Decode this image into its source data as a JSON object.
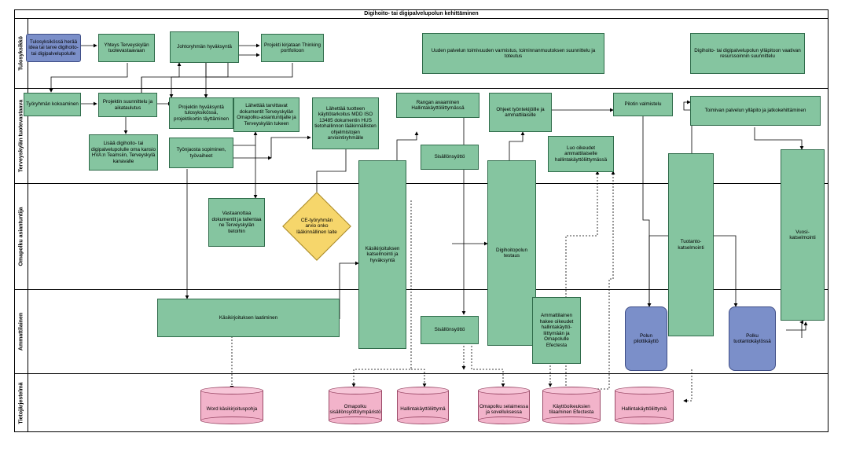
{
  "title": "Digihoito- tai digipalvelupolun kehittäminen",
  "lanes": [
    {
      "label": "Tulosyksikkö"
    },
    {
      "label": "Terveyskylän tuotevastaava"
    },
    {
      "label": "Omapolku asiantuntija"
    },
    {
      "label": "Ammattilainen"
    },
    {
      "label": "Tietojärjestelmä"
    }
  ],
  "tasks": {
    "idea": "Tulosyksikössä herää idea tai tarve digihoito- tai digipalvelupolulle",
    "yhteys": "Yhteys Terveyskylän tuotevastaavaan",
    "johtoryhma": "Johtoryhmän hyväksyntä",
    "kirjataan": "Projekti kirjataan Thinking portfolioon",
    "uuden_palvelun": "Uuden palvelun toimivuuden varmistus, toiminnanmuutoksen suunnittelu ja toteutus",
    "yllapitoon": "Digihoito- tai digipalvelupolun ylläpitoon vaativan resurssoinnin suunnittelu",
    "tyoryhman": "Työryhmän kokoaminen",
    "suunnittelu": "Projektin suunnittelu ja aikataulutus",
    "lisaa": "Lisää digihoito- tai digipalvelupolulle oma kansio HVA:n Teamsiin, Terveyskylä kanavalle",
    "hyvaksynta": "Projektin hyväksyntä tulosyksikössä, projektikortin täyttäminen",
    "tyonjaosta": "Työnjaosta sopiminen, työvaiheet",
    "lahettaa_dok": "Lähettää tarvittavat dokumentit Terveyskylän Omapolku-asiantuntijalle ja Terveyskylän tukeen",
    "lahettaa_tuote": "Lähettää tuotteen käyttötarkoitus MDD ISO 13485 dokumentin HUS tietohallinnon lääkinnällisten ohjelmistojen arviointiryhmälle",
    "rangan": "Rangan avaaminen Hallintakäyttöliittymässä",
    "sisallonsyotto_tv": "Sisällönsyöttö",
    "ohjeet": "Ohjeet työntekijöille ja ammattilaisille",
    "luo_oikeudet": "Luo oikeudet ammattilaiselle hallintakäyttöliittymässä",
    "pilotin": "Pilotin valmistelu",
    "toimivan": "Toimivan palvelun ylläpito ja jatkokehittäminen",
    "kasikirjoituksen_katselmointi": "Käsikirjoituksen katselmointi ja hyväksyntä",
    "vastaanottaa": "Vastaanottaa dokumentit ja tallentaa ne Terveyskylän tietoihin",
    "ce": "CE-työryhmän arvio onko lääkinnällinen laite",
    "testaus": "Digihoitopolun testaus",
    "tuotanto": "Tuotanto-katselmointi",
    "vuosi": "Vuosi-katselmointi",
    "kasikirjoituksen_laatiminen": "Käsikirjoituksen laatiminen",
    "sisallonsyotto_am": "Sisällönsyöttö",
    "ammattilainen_hakee": "Ammattilainen hakee oikeudet hallintakäyttö-liittymään ja Omapolulle Efectesta",
    "polun_pilotti": "Polun pilottikäyttö",
    "polku_tuotanto": "Polku tuotantokäytössä"
  },
  "systems": {
    "word": "Word käsikirjoituspohja",
    "omapolku_sis": "Omapolku sisällönsyöttöympäristö",
    "hallinta1": "Hallintakäyttöliittymä",
    "omapolku_sel": "Omapolku selaimessa ja sovelluksessa",
    "kayttooikeuksien": "Käyttöoikeuksien tilaaminen Efectesta",
    "hallinta2": "Hallintakäyttöliittymä"
  },
  "colors": {
    "task": "#85c5a0",
    "start": "#7b8fc9",
    "decision": "#f6d66b",
    "database": "#f2b3ca"
  }
}
